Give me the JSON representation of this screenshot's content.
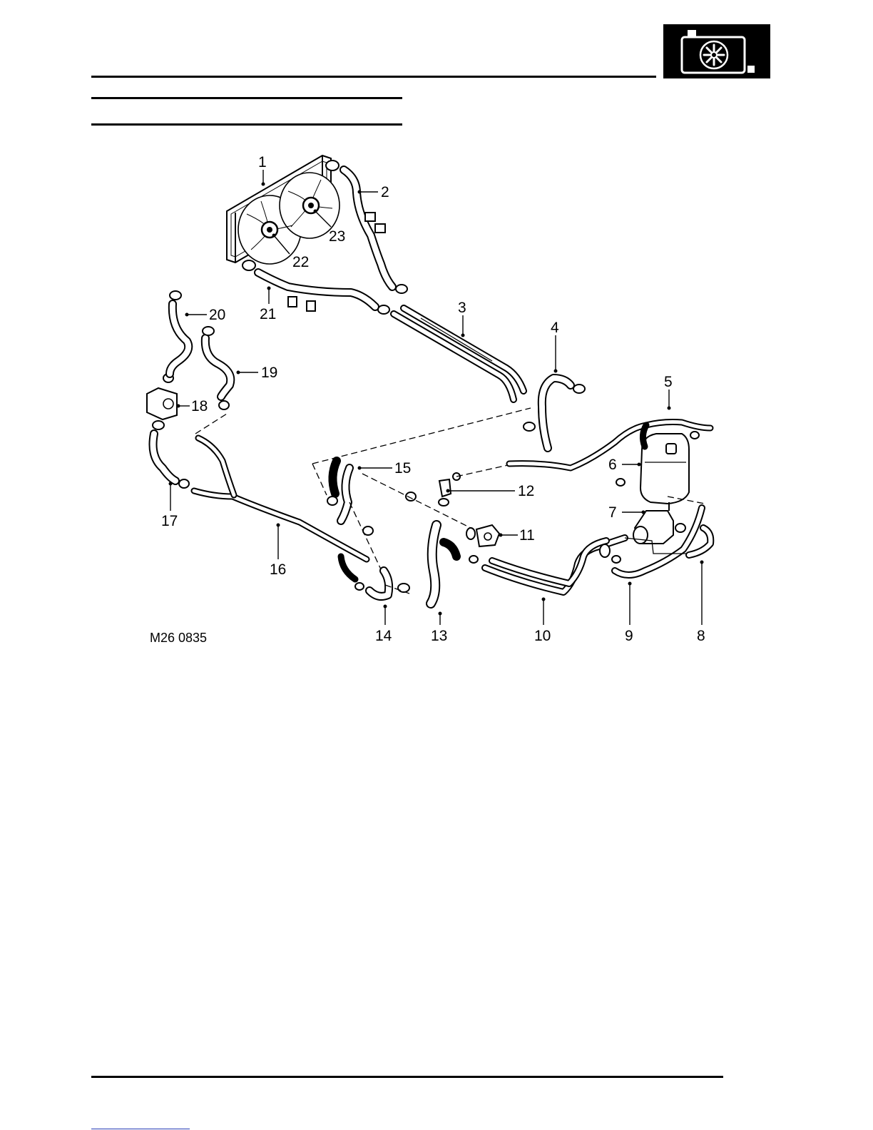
{
  "figure_code": "M26 0835",
  "callouts": [
    {
      "id": "1",
      "text": "1"
    },
    {
      "id": "2",
      "text": "2"
    },
    {
      "id": "3",
      "text": "3"
    },
    {
      "id": "4",
      "text": "4"
    },
    {
      "id": "5",
      "text": "5"
    },
    {
      "id": "6",
      "text": "6"
    },
    {
      "id": "7",
      "text": "7"
    },
    {
      "id": "8",
      "text": "8"
    },
    {
      "id": "9",
      "text": "9"
    },
    {
      "id": "10",
      "text": "10"
    },
    {
      "id": "11",
      "text": "11"
    },
    {
      "id": "12",
      "text": "12"
    },
    {
      "id": "13",
      "text": "13"
    },
    {
      "id": "14",
      "text": "14"
    },
    {
      "id": "15",
      "text": "15"
    },
    {
      "id": "16",
      "text": "16"
    },
    {
      "id": "17",
      "text": "17"
    },
    {
      "id": "18",
      "text": "18"
    },
    {
      "id": "19",
      "text": "19"
    },
    {
      "id": "20",
      "text": "20"
    },
    {
      "id": "21",
      "text": "21"
    },
    {
      "id": "22",
      "text": "22"
    },
    {
      "id": "23",
      "text": "23"
    }
  ],
  "header": {
    "section_icon": "radiator-fan-icon"
  }
}
